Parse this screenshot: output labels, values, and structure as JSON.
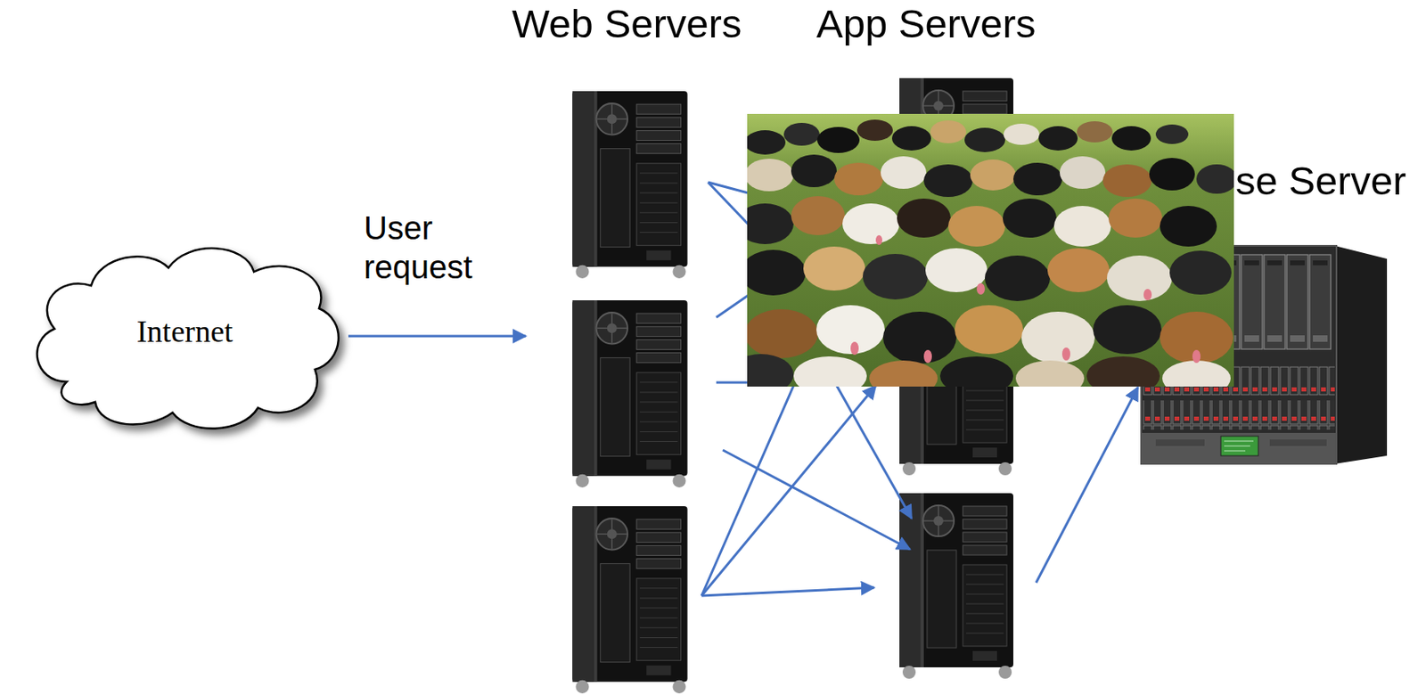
{
  "diagram": {
    "nodes": [
      {
        "text": [
          "Internet"
        ]
      },
      {
        "text": [
          "se Server"
        ]
      }
    ],
    "labels": [
      "Web Servers",
      "App Servers",
      "User request"
    ]
  }
}
